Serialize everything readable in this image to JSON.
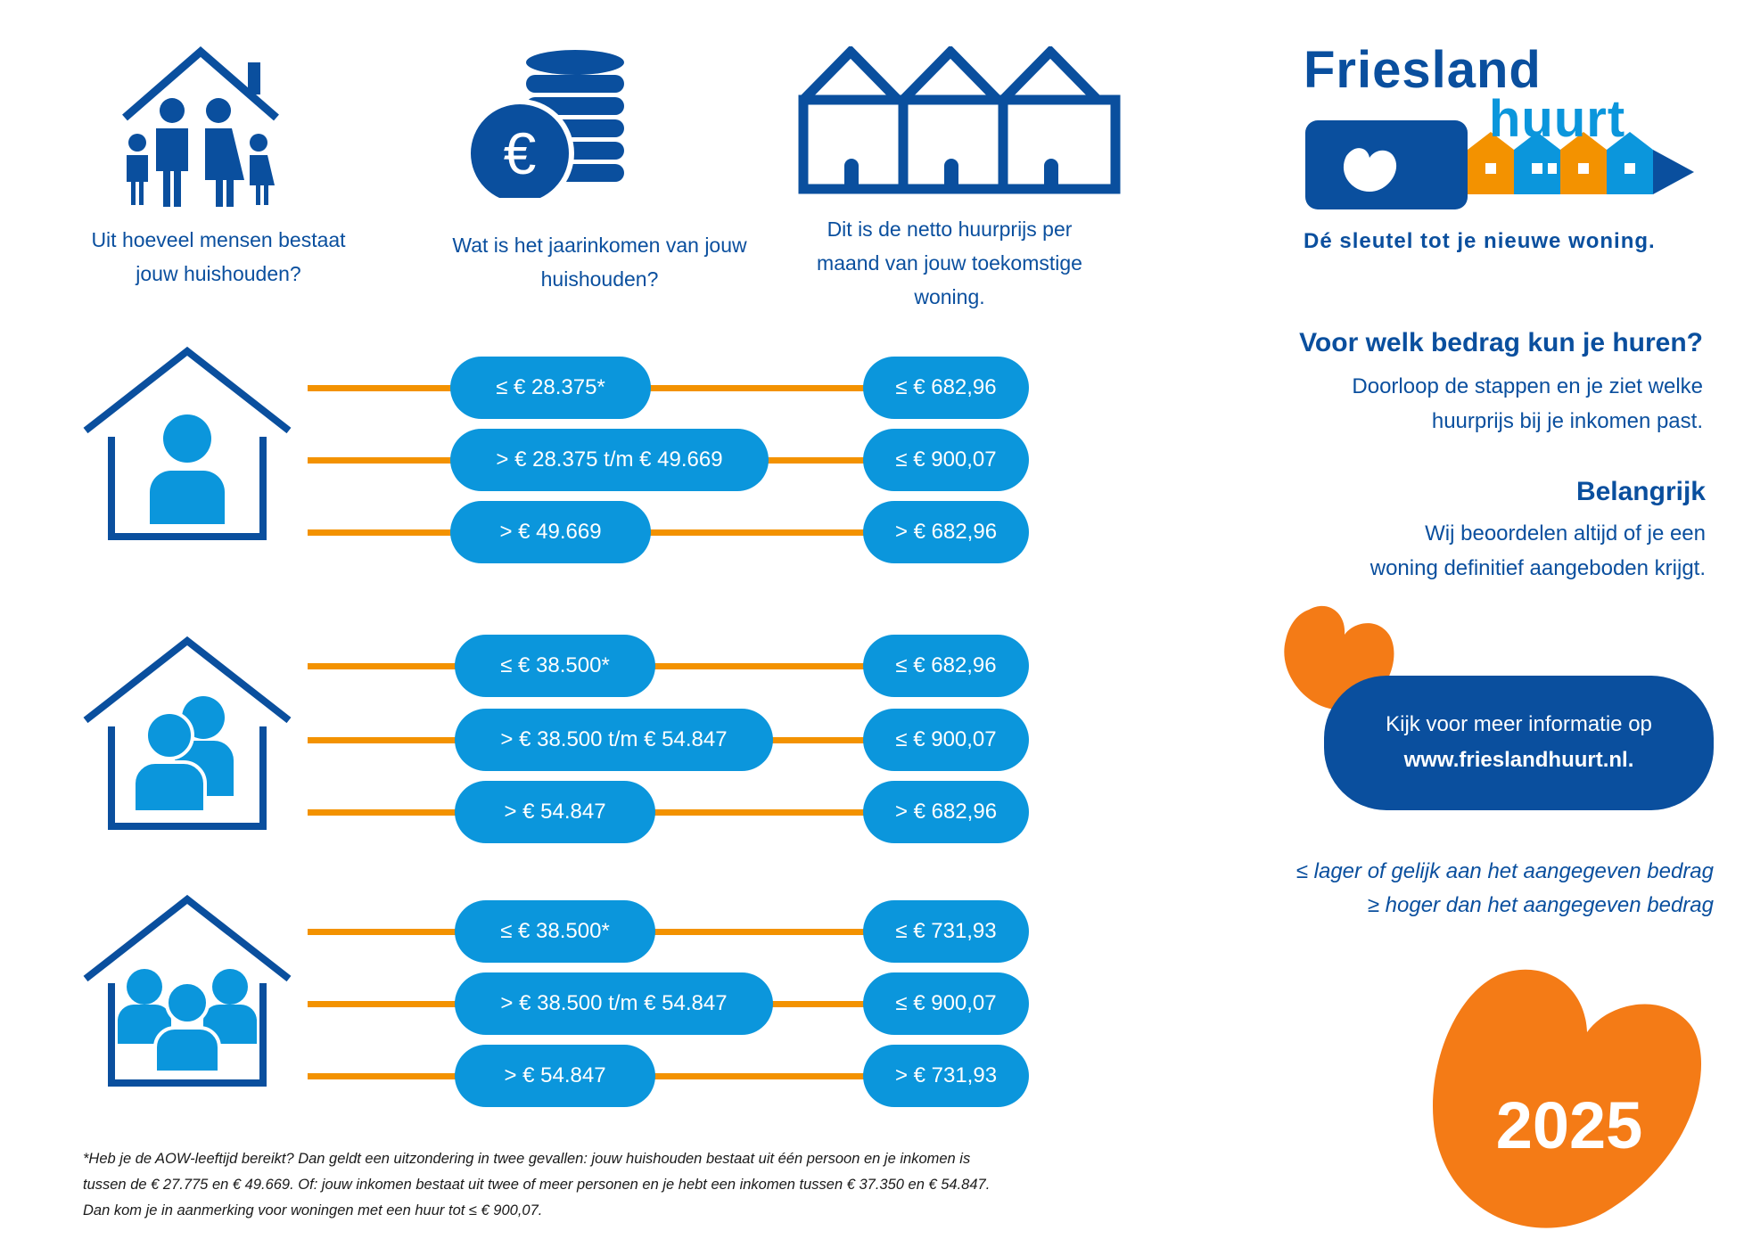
{
  "logo": {
    "brand_top": "Friesland",
    "brand_bottom": "huurt",
    "tagline": "Dé sleutel tot je nieuwe woning."
  },
  "headers": [
    {
      "icon": "family-house-icon",
      "text": "Uit hoeveel mensen bestaat jouw huishouden?"
    },
    {
      "icon": "euro-coins-icon",
      "text": "Wat is het jaarinkomen van jouw huishouden?"
    },
    {
      "icon": "row-houses-icon",
      "text": "Dit is de netto huurprijs per maand van jouw toekomstige woning."
    }
  ],
  "groups": [
    {
      "icon": "one-person-house-icon",
      "rows": [
        {
          "income": "≤ € 28.375*",
          "rent": "≤ € 682,96"
        },
        {
          "income": "> € 28.375 t/m € 49.669",
          "rent": "≤ € 900,07"
        },
        {
          "income": "> € 49.669",
          "rent": "> € 682,96"
        }
      ]
    },
    {
      "icon": "two-person-house-icon",
      "rows": [
        {
          "income": "≤ € 38.500*",
          "rent": "≤ € 682,96"
        },
        {
          "income": "> € 38.500 t/m € 54.847",
          "rent": "≤ € 900,07"
        },
        {
          "income": "> € 54.847",
          "rent": "> € 682,96"
        }
      ]
    },
    {
      "icon": "three-person-house-icon",
      "rows": [
        {
          "income": "≤ € 38.500*",
          "rent": "≤ € 731,93"
        },
        {
          "income": "> € 38.500 t/m € 54.847",
          "rent": "≤ € 900,07"
        },
        {
          "income": "> € 54.847",
          "rent": "> € 731,93"
        }
      ]
    }
  ],
  "info": {
    "title": "Voor welk bedrag kun je huren?",
    "body_line1": "Doorloop de stappen en je ziet welke",
    "body_line2": "huurprijs bij je inkomen past.",
    "important_title": "Belangrijk",
    "important_line1": "Wij beoordelen altijd of je een",
    "important_line2": "woning definitief aangeboden krijgt."
  },
  "cta": {
    "line1": "Kijk voor meer informatie op",
    "link": "www.frieslandhuurt.nl."
  },
  "legend": {
    "le": "≤ lager of gelijk aan het aangegeven bedrag",
    "ge": "≥ hoger dan het aangegeven bedrag"
  },
  "footnote": {
    "line1": "*Heb je de AOW-leeftijd bereikt? Dan geldt een uitzondering in twee gevallen: jouw huishouden bestaat uit één persoon en je inkomen is",
    "line2": "tussen de € 27.775 en € 49.669. Of: jouw inkomen bestaat uit twee of meer personen en je hebt een inkomen tussen € 37.350 en € 54.847.",
    "line3": "Dan kom je in aanmerking voor woningen met een huur tot ≤ € 900,07."
  },
  "year": "2025",
  "colors": {
    "navy": "#0a4f9e",
    "sky": "#0b96dc",
    "orange": "#f39200",
    "brand_orange": "#f47b16"
  }
}
